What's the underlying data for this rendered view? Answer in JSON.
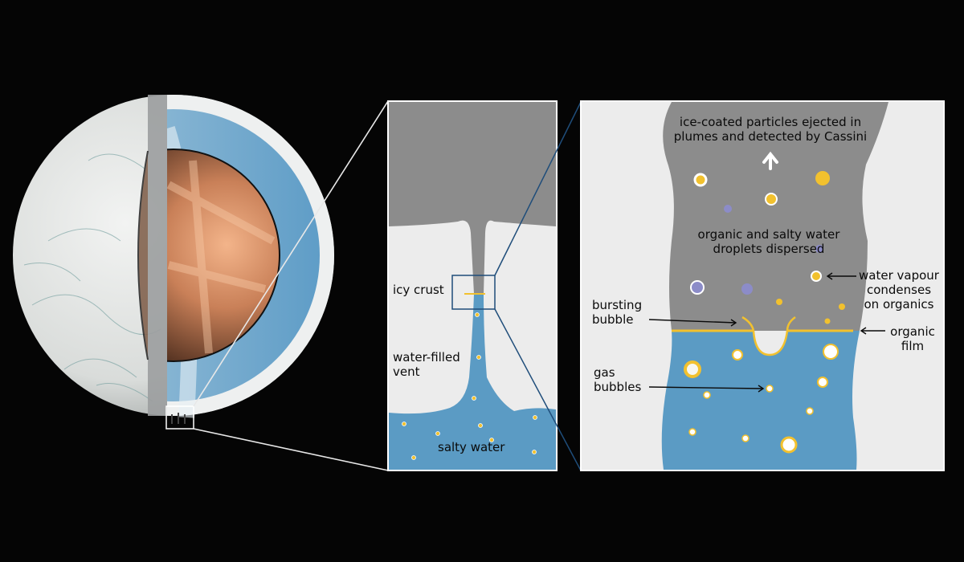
{
  "colors": {
    "background": "#050505",
    "ice_gray": "#8c8c8c",
    "crust_light": "#ececec",
    "water_blue": "#5b9bc4",
    "organic_yellow": "#f2c12e",
    "vapour_purple": "#8c8cc8",
    "connector": "#e8e8e8",
    "arrow_dark": "#0a0a0a"
  },
  "labels": {
    "icy_crust": "icy crust",
    "water_filled_vent": [
      "water-filled",
      "vent"
    ],
    "salty_water": "salty water",
    "ice_coated": [
      "ice-coated particles ejected in",
      "plumes and detected by Cassini"
    ],
    "organic_droplets": [
      "organic and salty water",
      "droplets dispersed"
    ],
    "water_vapour": [
      "water vapour",
      "condenses",
      "on organics"
    ],
    "bursting_bubble": [
      "bursting",
      "bubble"
    ],
    "organic_film": [
      "organic",
      "film"
    ],
    "gas_bubbles": [
      "gas",
      "bubbles"
    ]
  },
  "icons": {
    "up_arrow": "up-arrow-icon",
    "label_arrow": "arrow-icon"
  }
}
